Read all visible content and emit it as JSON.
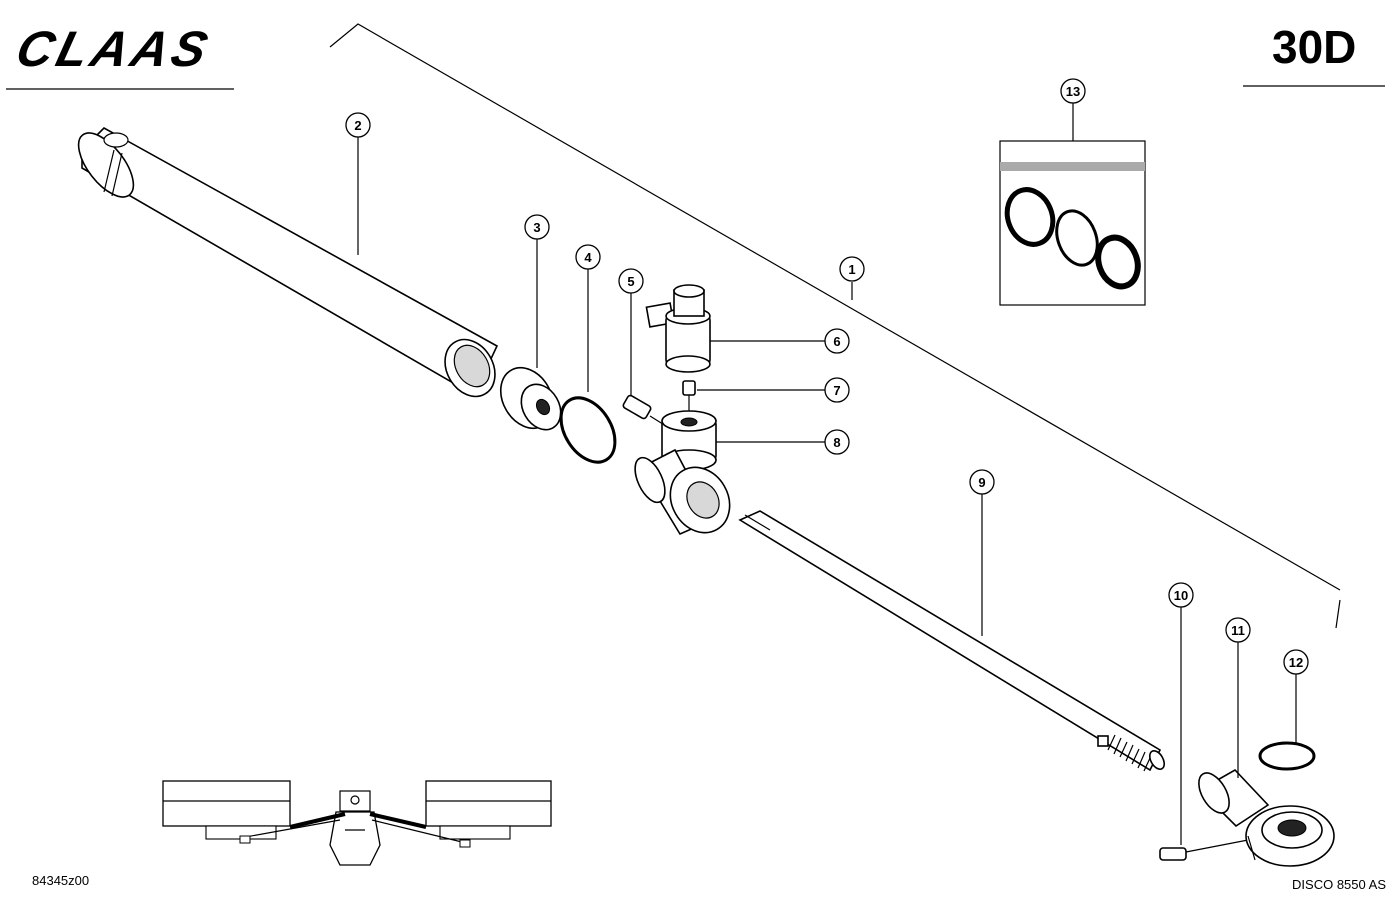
{
  "header": {
    "brand": "CLAAS",
    "page_code": "30D"
  },
  "callouts": [
    {
      "id": "c1",
      "label": "1"
    },
    {
      "id": "c2",
      "label": "2"
    },
    {
      "id": "c3",
      "label": "3"
    },
    {
      "id": "c4",
      "label": "4"
    },
    {
      "id": "c5",
      "label": "5"
    },
    {
      "id": "c6",
      "label": "6"
    },
    {
      "id": "c7",
      "label": "7"
    },
    {
      "id": "c8",
      "label": "8"
    },
    {
      "id": "c9",
      "label": "9"
    },
    {
      "id": "c10",
      "label": "10"
    },
    {
      "id": "c11",
      "label": "11"
    },
    {
      "id": "c12",
      "label": "12"
    },
    {
      "id": "c13",
      "label": "13"
    }
  ],
  "footer": {
    "drawing_number": "84345z00",
    "model": "DISCO 8550 AS"
  }
}
